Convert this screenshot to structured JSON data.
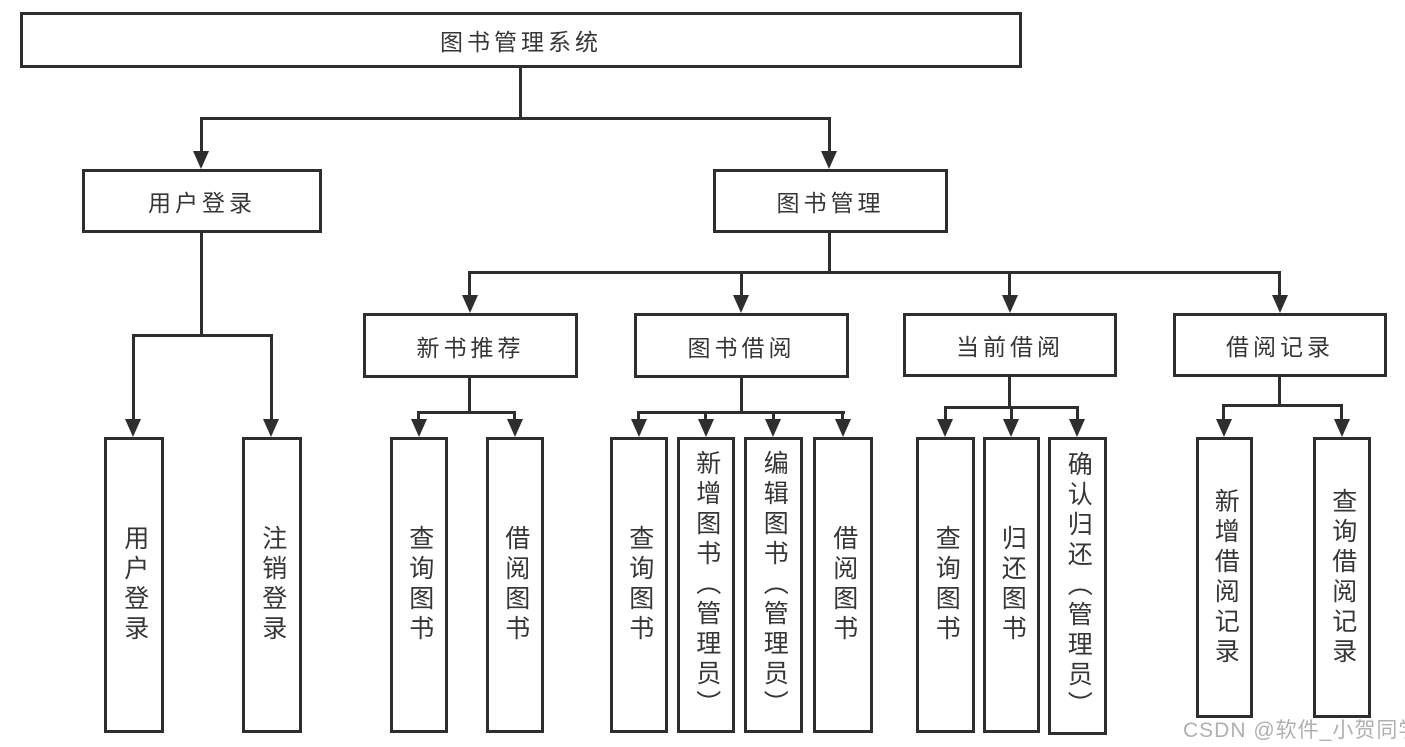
{
  "colors": {
    "line": "#2e2e2e",
    "text": "#363636",
    "watermark": "#b0b0b0",
    "background": "#ffffff"
  },
  "tree": {
    "root": {
      "label": "图书管理系统"
    },
    "children": [
      {
        "label": "用户登录",
        "children": [
          {
            "label": "用户登录"
          },
          {
            "label": "注销登录"
          }
        ]
      },
      {
        "label": "图书管理",
        "children": [
          {
            "label": "新书推荐",
            "children": [
              {
                "label": "查询图书"
              },
              {
                "label": "借阅图书"
              }
            ]
          },
          {
            "label": "图书借阅",
            "children": [
              {
                "label": "查询图书"
              },
              {
                "label": "新增图书（管理员）"
              },
              {
                "label": "编辑图书（管理员）"
              },
              {
                "label": "借阅图书"
              }
            ]
          },
          {
            "label": "当前借阅",
            "children": [
              {
                "label": "查询图书"
              },
              {
                "label": "归还图书"
              },
              {
                "label": "确认归还（管理员）"
              }
            ]
          },
          {
            "label": "借阅记录",
            "children": [
              {
                "label": "新增借阅记录"
              },
              {
                "label": "查询借阅记录"
              }
            ]
          }
        ]
      }
    ]
  },
  "watermark": {
    "text": "CSDN @软件_小贺同学"
  }
}
